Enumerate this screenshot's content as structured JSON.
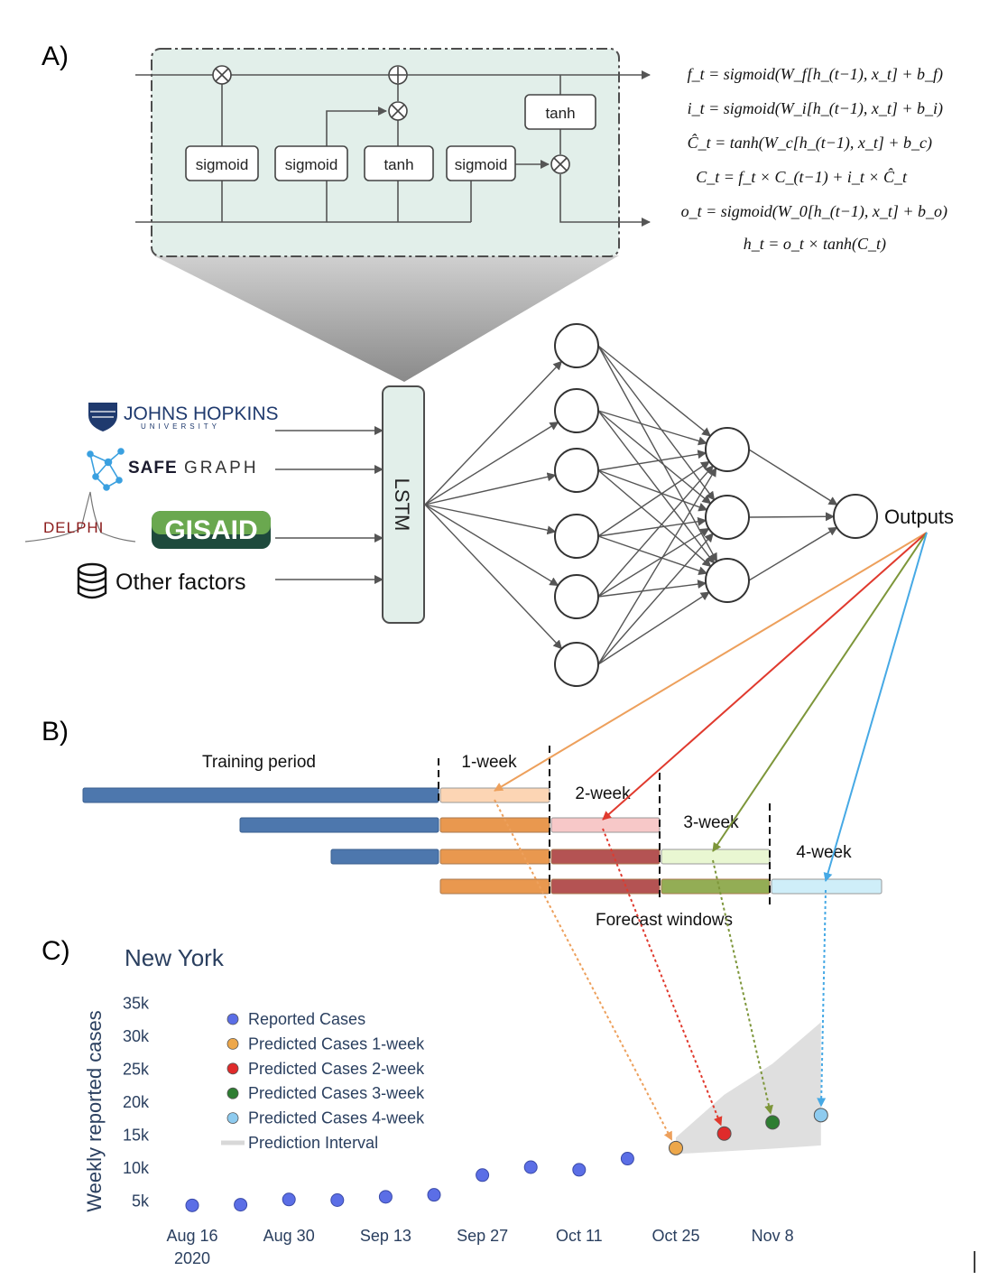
{
  "panels": {
    "a": "A)",
    "b": "B)",
    "c": "C)"
  },
  "lstm_cell": {
    "gates": [
      "sigmoid",
      "sigmoid",
      "tanh",
      "sigmoid"
    ],
    "output_tanh": "tanh",
    "box_color": "#e2efea"
  },
  "equations": [
    "f_t = sigmoid(W_f[h_(t−1), x_t] + b_f)",
    "i_t = sigmoid(W_i[h_(t−1), x_t] + b_i)",
    "Ĉ_t = tanh(W_c[h_(t−1), x_t] + b_c)",
    "C_t = f_t × C_(t−1) + i_t × Ĉ_t",
    "o_t = sigmoid(W_0[h_(t−1), x_t] + b_o)",
    "h_t = o_t × tanh(C_t)"
  ],
  "inputs": {
    "jhu_line1": "JOHNS HOPKINS",
    "jhu_line2": "UNIVERSITY",
    "safegraph_bold": "SAFE",
    "safegraph_light": "GRAPH",
    "delphi": "DELPHI",
    "gisaid": "GISAID",
    "other": "Other factors"
  },
  "network": {
    "lstm_label": "LSTM",
    "outputs_label": "Outputs"
  },
  "forecast_diagram": {
    "training_label": "Training period",
    "windows": [
      "1-week",
      "2-week",
      "3-week",
      "4-week"
    ],
    "forecast_windows_label": "Forecast windows",
    "colors": {
      "training": "#4d77ad",
      "week1_light": "#fcd5b4",
      "week1": "#e9984f",
      "week2_light": "#f7c8c8",
      "week2": "#b45353",
      "week3_light": "#e9f7d2",
      "week3": "#93ad55",
      "week4_light": "#cfeef9"
    }
  },
  "arrow_colors": {
    "week1": "#eda05c",
    "week2": "#e03a2e",
    "week3": "#7d963a",
    "week4": "#46a9e5"
  },
  "chart_data": {
    "type": "scatter",
    "title": "New York",
    "ylabel": "Weekly reported cases",
    "yticks": [
      "5k",
      "10k",
      "15k",
      "20k",
      "25k",
      "30k",
      "35k"
    ],
    "ylim": [
      0,
      36000
    ],
    "xticks": [
      {
        "label": "Aug 16",
        "sub": "2020",
        "week": 0
      },
      {
        "label": "Aug 30",
        "sub": "",
        "week": 2
      },
      {
        "label": "Sep 13",
        "sub": "",
        "week": 4
      },
      {
        "label": "Sep 27",
        "sub": "",
        "week": 6
      },
      {
        "label": "Oct 11",
        "sub": "",
        "week": 8
      },
      {
        "label": "Oct 25",
        "sub": "",
        "week": 10
      },
      {
        "label": "Nov 8",
        "sub": "",
        "week": 12
      }
    ],
    "legend_position": "top-left",
    "legend": [
      {
        "label": "Reported Cases",
        "color": "#5b6ee6",
        "kind": "dot"
      },
      {
        "label": "Predicted Cases 1-week",
        "color": "#eda74a",
        "kind": "dot"
      },
      {
        "label": "Predicted Cases 2-week",
        "color": "#e02b2b",
        "kind": "dot"
      },
      {
        "label": "Predicted Cases 3-week",
        "color": "#2e7d32",
        "kind": "dot"
      },
      {
        "label": "Predicted Cases 4-week",
        "color": "#8ecbef",
        "kind": "dot"
      },
      {
        "label": "Prediction Interval",
        "color": "#d8d8d8",
        "kind": "band"
      }
    ],
    "reported": [
      {
        "week": 0,
        "value": 4200
      },
      {
        "week": 1,
        "value": 4300
      },
      {
        "week": 2,
        "value": 5100
      },
      {
        "week": 3,
        "value": 5000
      },
      {
        "week": 4,
        "value": 5500
      },
      {
        "week": 5,
        "value": 5800
      },
      {
        "week": 6,
        "value": 8800
      },
      {
        "week": 7,
        "value": 10000
      },
      {
        "week": 8,
        "value": 9600
      },
      {
        "week": 9,
        "value": 11300
      }
    ],
    "predicted": [
      {
        "name": "Predicted Cases 1-week",
        "week": 10,
        "value": 12900,
        "color": "#eda74a"
      },
      {
        "name": "Predicted Cases 2-week",
        "week": 11,
        "value": 15100,
        "color": "#e02b2b"
      },
      {
        "name": "Predicted Cases 3-week",
        "week": 12,
        "value": 16800,
        "color": "#2e7d32"
      },
      {
        "name": "Predicted Cases 4-week",
        "week": 13,
        "value": 17900,
        "color": "#8ecbef"
      }
    ],
    "interval": {
      "week": [
        10,
        11,
        12,
        13
      ],
      "lower": [
        12000,
        12400,
        12800,
        13300
      ],
      "upper": [
        14500,
        21000,
        25700,
        32000
      ]
    }
  }
}
